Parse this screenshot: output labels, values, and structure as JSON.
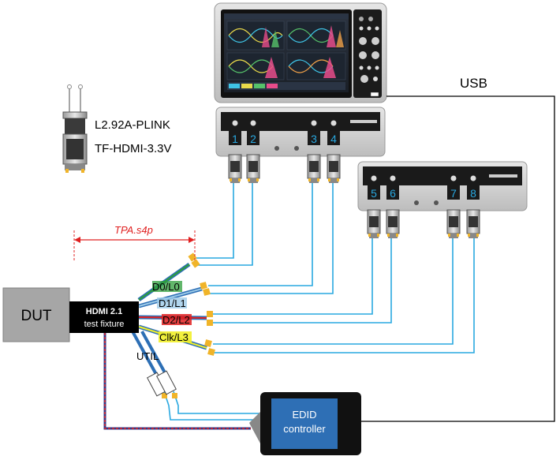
{
  "probe": {
    "line1": "L2.92A-PLINK",
    "line2": "TF-HDMI-3.3V"
  },
  "usb_label": "USB",
  "tpa_label": "TPA.s4p",
  "dut_label": "DUT",
  "fixture": {
    "line1": "HDMI 2.1",
    "line2": "test fixture"
  },
  "lanes": [
    {
      "label": "D0/L0",
      "color": "#2e9e3a"
    },
    {
      "label": "D1/L1",
      "color": "#9ecbe8"
    },
    {
      "label": "D2/L2",
      "color": "#e02020"
    },
    {
      "label": "Clk/L3",
      "color": "#f2ef2a"
    }
  ],
  "util_label": "UTIL",
  "edid": {
    "line1": "EDID",
    "line2": "controller"
  },
  "channels": [
    "1",
    "2",
    "3",
    "4",
    "5",
    "6",
    "7",
    "8"
  ],
  "colors": {
    "cable": "#29a8e0",
    "connector": "#f0b429",
    "edid_box": "#2e6fb5",
    "usb_line": "#000000",
    "dashed_red": "#e02020"
  }
}
